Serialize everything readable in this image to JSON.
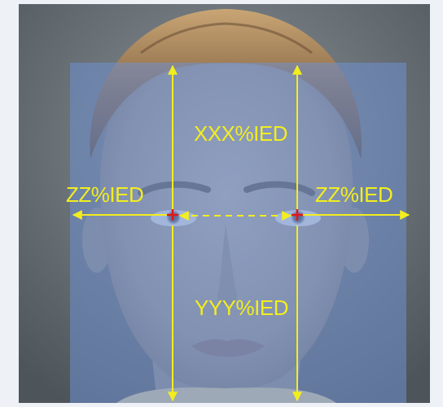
{
  "labels": {
    "top": "XXX%IED",
    "bottom": "YYY%IED",
    "left": "ZZ%IED",
    "right": "ZZ%IED"
  },
  "colors": {
    "annotation": "#f2ee1e",
    "eye_center_marker": "#e01818",
    "crop_box": "#6f8fd0",
    "background": "#eef1f6"
  },
  "illustration": "face-portrait"
}
